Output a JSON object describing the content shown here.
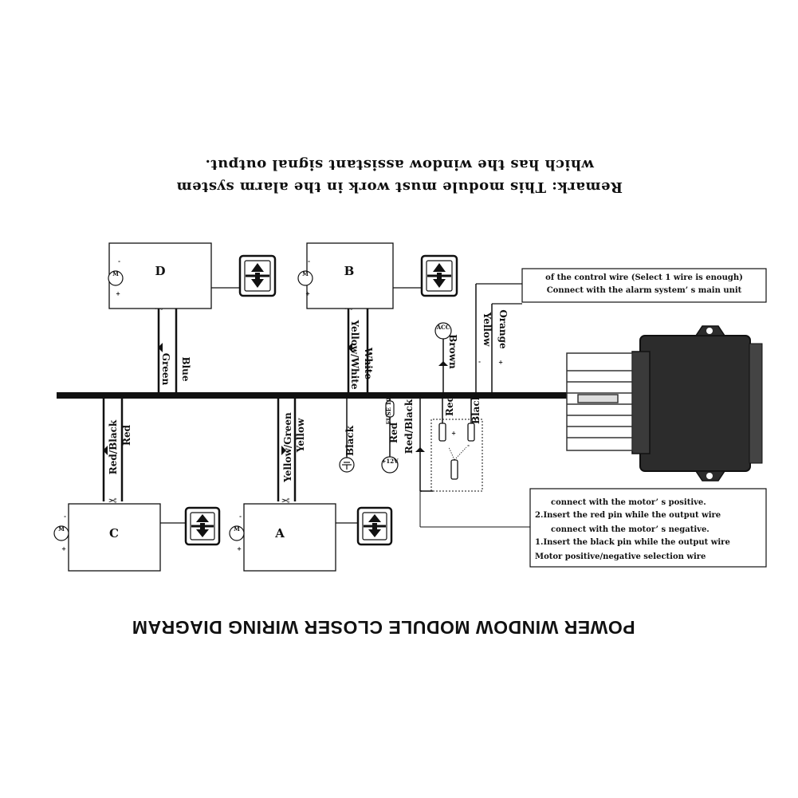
{
  "title": "POWER WINDOW MODULE CLOSER WIRING DIAGRAM",
  "remark": {
    "line1": "Remark: This module must work in the alarm system",
    "line2": "which has the window assistant signal output."
  },
  "alarm_note": {
    "line1": "Connect with the alarm system’ s main unit",
    "line2": "of the control wire (Select 1 wire is enough)"
  },
  "motor_note": {
    "line1": "Motor positive/negative selection wire",
    "line2": "1.Insert the black pin while the output wire",
    "line3": "connect with the motor’ s negative.",
    "line4": "2.Insert the red pin while the output wire",
    "line5": "connect with the motor’ s positive."
  },
  "windows": [
    {
      "letter": "A",
      "wire_left": "Yellow/Green",
      "wire_right": "Yellow"
    },
    {
      "letter": "B",
      "wire_left": "Yellow/White",
      "wire_right": "White"
    },
    {
      "letter": "C",
      "wire_left": "Red/Black",
      "wire_right": "Red"
    },
    {
      "letter": "D",
      "wire_left": "Green",
      "wire_right": "Blue"
    }
  ],
  "motor_label": "M",
  "polarity": {
    "plus": "+",
    "minus": "-"
  },
  "wires": {
    "black_ground": "Black",
    "red_power": "Red",
    "red_black": "Red/Black",
    "brown": "Brown",
    "yellow_ctrl": "Yellow",
    "orange_ctrl": "Orange",
    "sel_red": "Red",
    "sel_black": "Black"
  },
  "acc_label": "ACC",
  "power_label": "+12V",
  "fuse_label": "FUSE 10A",
  "colors": {
    "ink": "#111111",
    "module": "#2b2b2b",
    "background": "#ffffff"
  }
}
